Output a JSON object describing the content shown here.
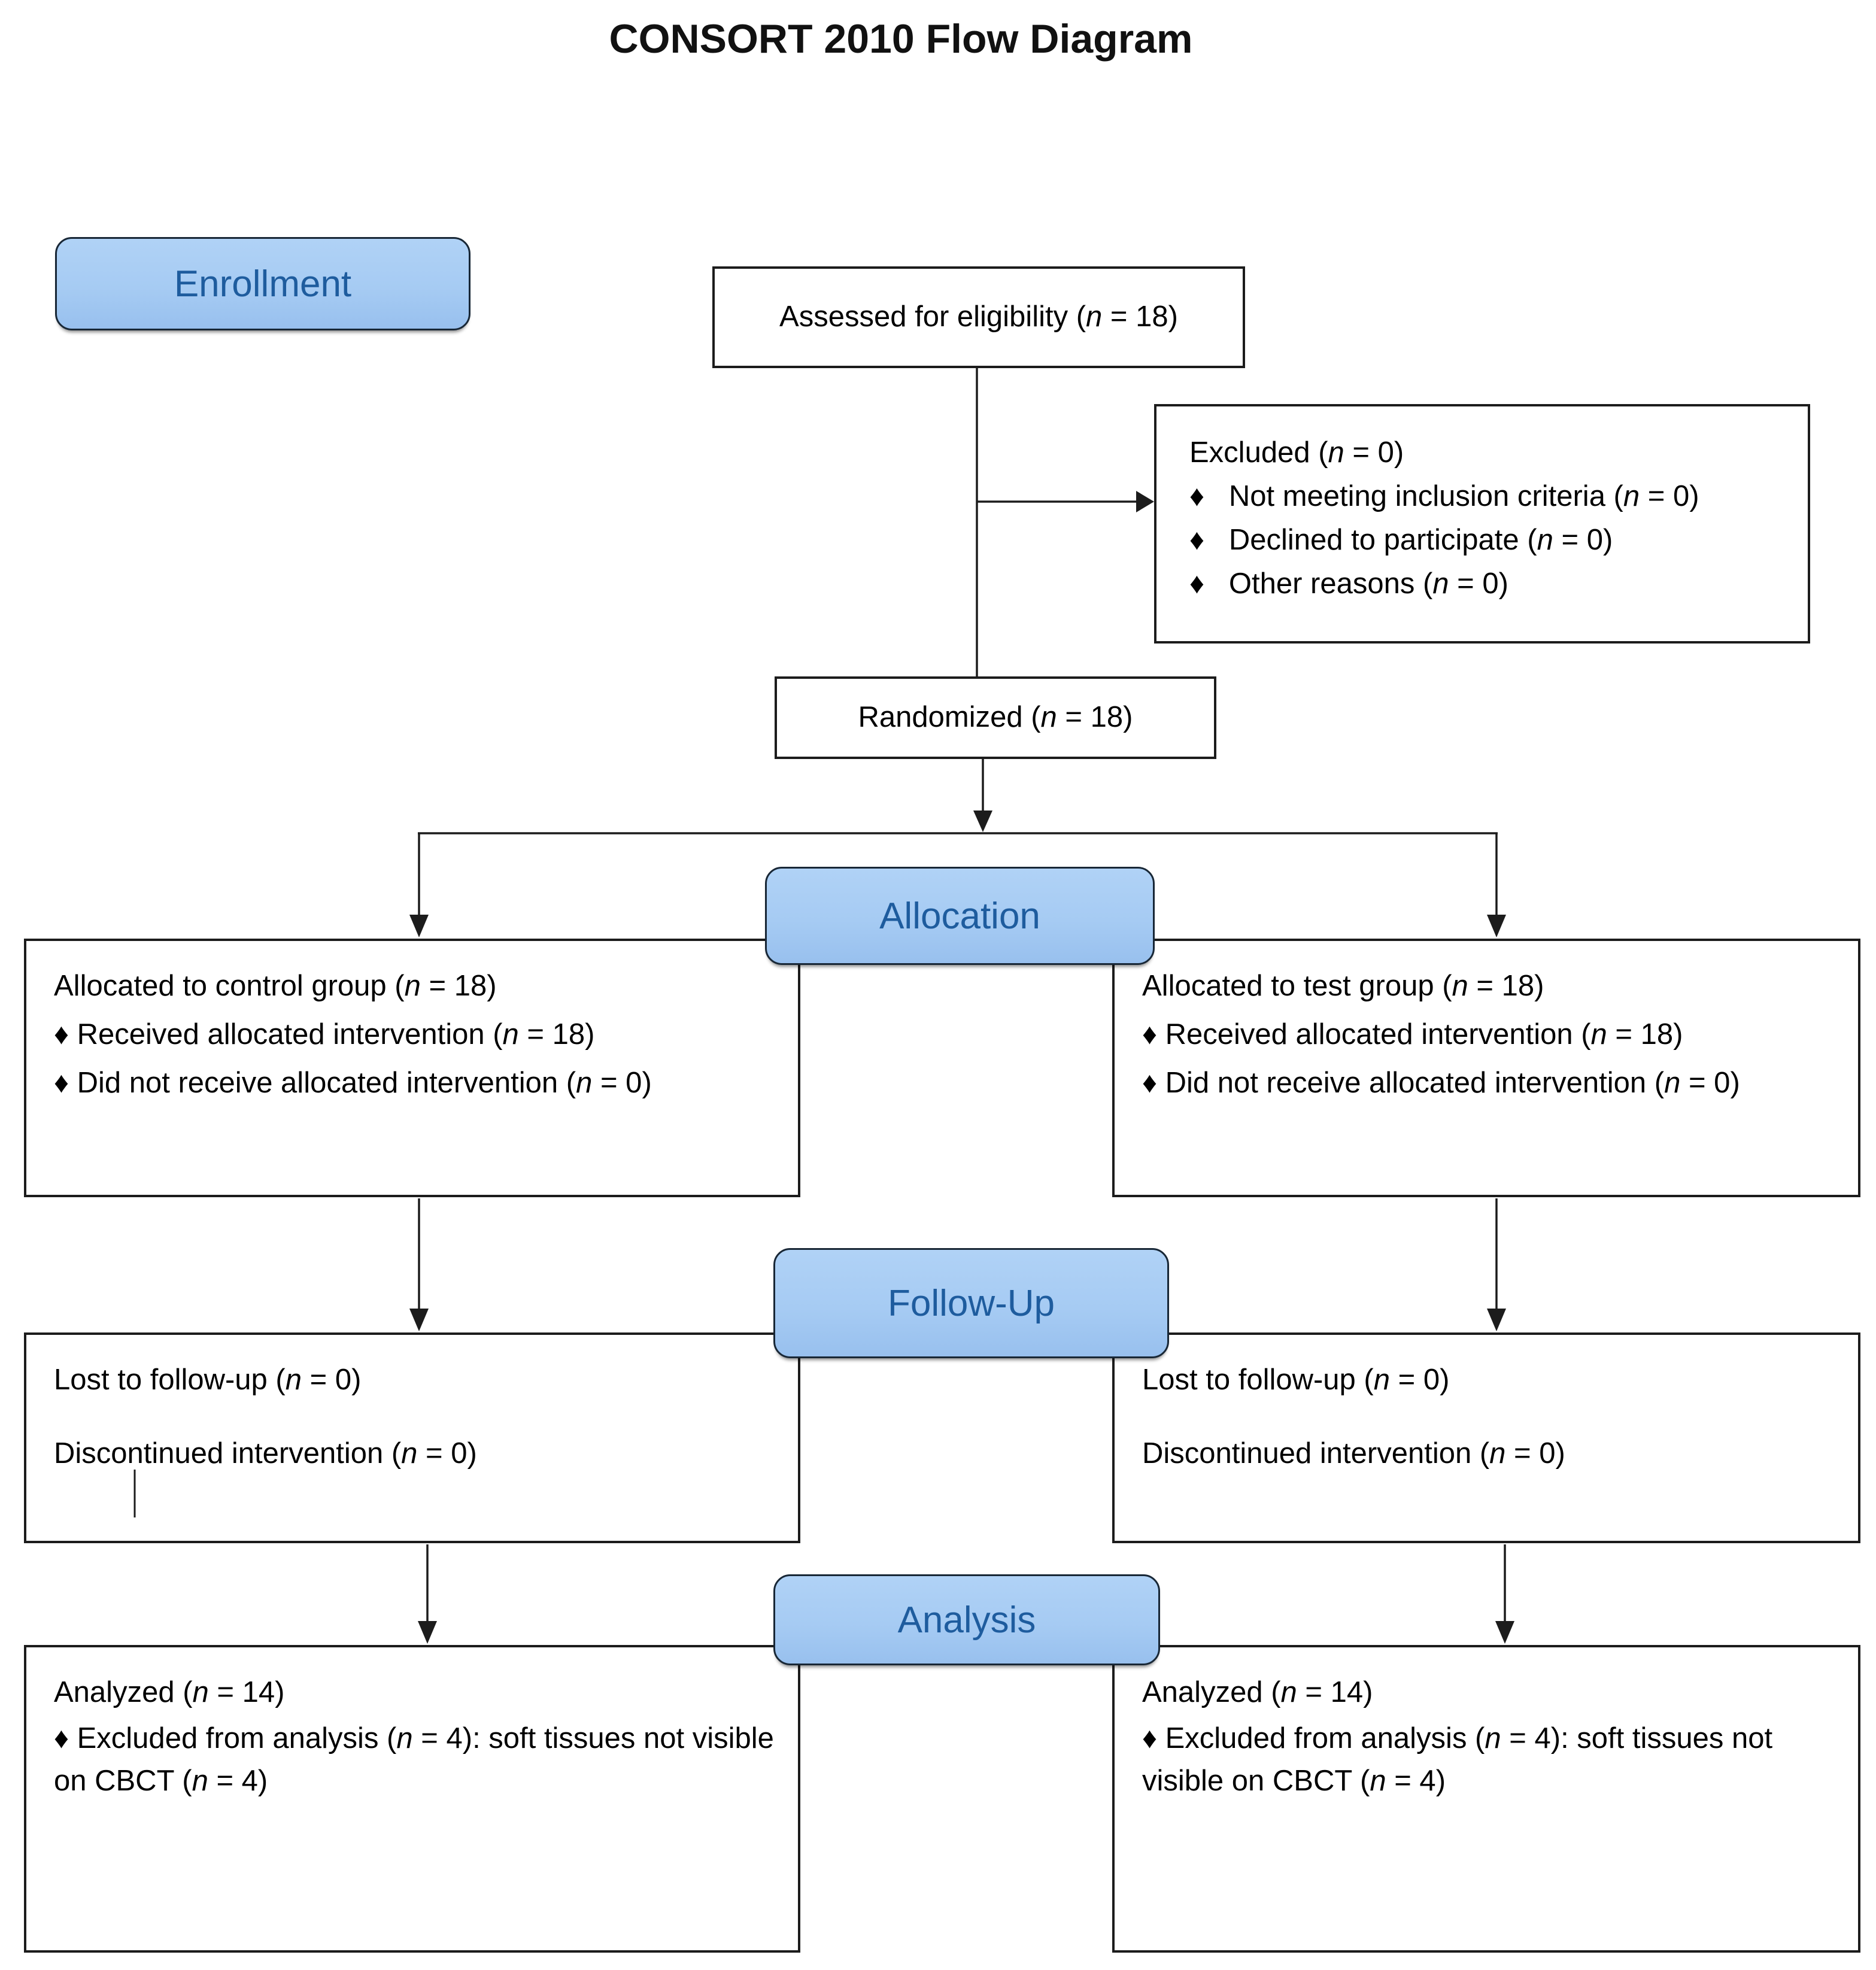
{
  "title": "CONSORT 2010 Flow Diagram",
  "colors": {
    "section_fill": "#A6CBF3",
    "section_text": "#1E5C9E",
    "section_border": "#182736",
    "box_border": "#1C1C1C",
    "connector_line": "#1C1C1C",
    "background": "#FFFFFF"
  },
  "sections": {
    "enrollment": {
      "label": "Enrollment"
    },
    "allocation": {
      "label": "Allocation"
    },
    "followup": {
      "label": "Follow-Up"
    },
    "analysis": {
      "label": "Analysis"
    }
  },
  "boxes": {
    "assessed": {
      "text": "Assessed for eligibility (*n* = 18)"
    },
    "excluded": {
      "title": "Excluded (*n* = 0)",
      "items": [
        "♦   Not meeting inclusion criteria (*n* = 0)",
        "♦   Declined to participate (*n* = 0)",
        "♦   Other reasons (*n* = 0)"
      ]
    },
    "randomized": {
      "text": "Randomized (*n* = 18)"
    },
    "allocation_control": {
      "title": "Allocated to control group (*n* = 18)",
      "items": [
        "♦ Received allocated intervention (*n* = 18)",
        "♦ Did not receive allocated intervention (*n* = 0)"
      ]
    },
    "allocation_test": {
      "title": "Allocated to test group (*n* = 18)",
      "items": [
        "♦ Received allocated intervention (*n* = 18)",
        "♦ Did not receive allocated intervention (*n* = 0)"
      ]
    },
    "followup_control": {
      "lines": [
        "Lost to follow-up (*n* = 0)",
        "Discontinued intervention (*n* = 0)"
      ]
    },
    "followup_test": {
      "lines": [
        "Lost to follow-up (*n* = 0)",
        "Discontinued intervention (*n* = 0)"
      ]
    },
    "analysis_control": {
      "title": "Analyzed (*n* = 14)",
      "items": [
        "♦ Excluded from analysis (*n* = 4): soft tissues not visible on CBCT (*n* = 4)"
      ]
    },
    "analysis_test": {
      "title": "Analyzed (*n* = 14)",
      "items": [
        "♦ Excluded from analysis (*n* = 4): soft tissues not visible on CBCT (*n* = 4)"
      ]
    }
  }
}
